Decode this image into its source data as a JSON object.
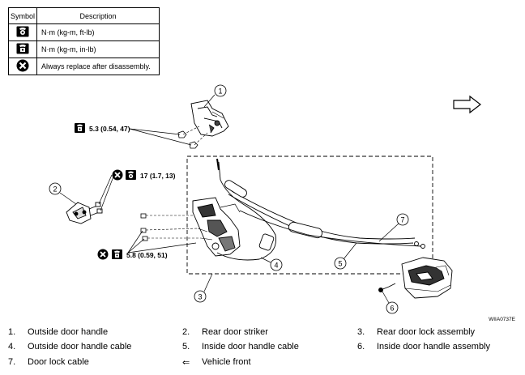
{
  "legend": {
    "header_symbol": "Symbol",
    "header_description": "Description",
    "rows": [
      {
        "icon": "torque-wrench-icon",
        "description": "N·m (kg-m, ft-lb)"
      },
      {
        "icon": "torque-wrench-small-icon",
        "description": "N·m (kg-m, in-lb)"
      },
      {
        "icon": "replace-after-disassembly-icon",
        "description": "Always replace after disassembly."
      }
    ]
  },
  "torque_specs": {
    "handle_nuts": "5.3 (0.54, 47)",
    "striker_bolts": "17 (1.7, 13)",
    "lock_bolts": "5.8 (0.59, 51)"
  },
  "callouts": [
    "1",
    "2",
    "3",
    "4",
    "5",
    "6",
    "7"
  ],
  "figure_code": "WIIA0737E",
  "parts": [
    {
      "number": "1.",
      "name": "Outside door handle"
    },
    {
      "number": "2.",
      "name": "Rear door striker"
    },
    {
      "number": "3.",
      "name": "Rear door lock assembly"
    },
    {
      "number": "4.",
      "name": "Outside door handle cable"
    },
    {
      "number": "5.",
      "name": "Inside door handle cable"
    },
    {
      "number": "6.",
      "name": "Inside door handle assembly"
    },
    {
      "number": "7.",
      "name": "Door lock cable"
    },
    {
      "number": "⇐",
      "name": "Vehicle front"
    }
  ]
}
